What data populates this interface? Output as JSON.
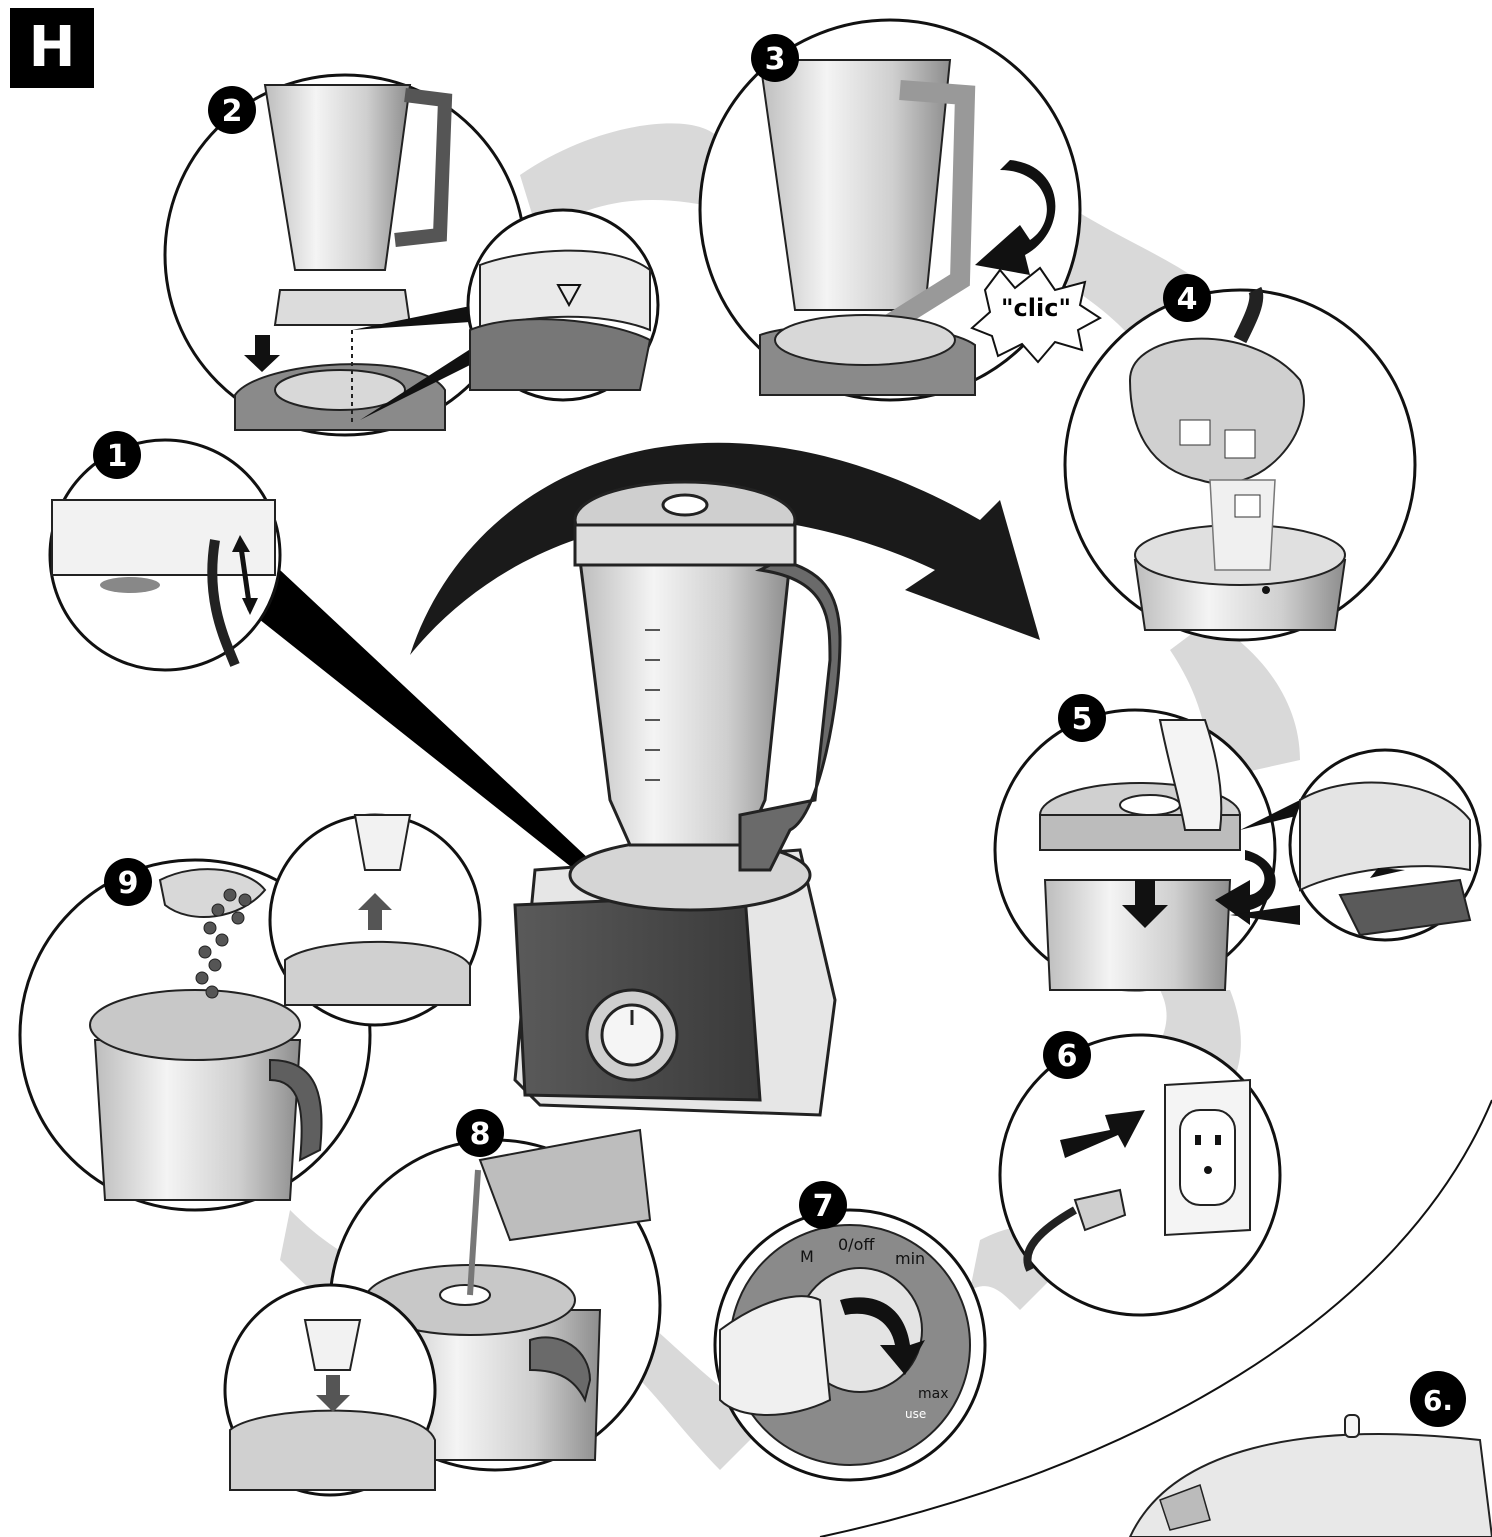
{
  "section": {
    "label": "H"
  },
  "steps": [
    {
      "number": "1"
    },
    {
      "number": "2"
    },
    {
      "number": "3",
      "callout": "\"clic\""
    },
    {
      "number": "4"
    },
    {
      "number": "5"
    },
    {
      "number": "6"
    },
    {
      "number": "7",
      "dial": {
        "m": "M",
        "off": "0/off",
        "min": "min",
        "max": "max",
        "use": "use"
      }
    },
    {
      "number": "8"
    },
    {
      "number": "9"
    }
  ],
  "next_page_step": {
    "label": "6."
  }
}
